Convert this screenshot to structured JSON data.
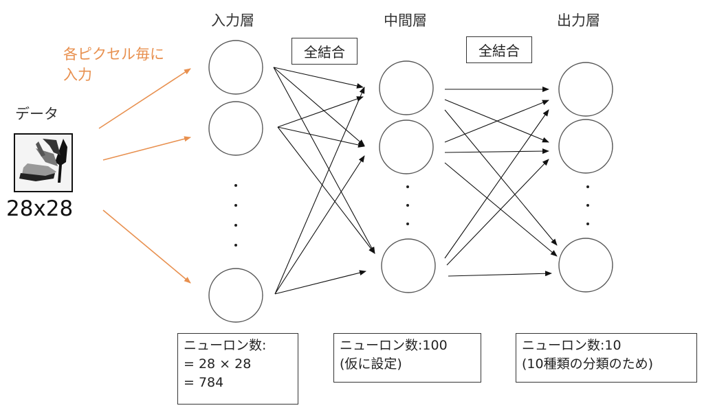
{
  "layers": {
    "input_title": "入力層",
    "hidden_title": "中間層",
    "output_title": "出力層"
  },
  "annotation": {
    "line1": "各ピクセル毎に",
    "line2": "入力"
  },
  "data_item": {
    "label": "データ",
    "size": "28x28"
  },
  "connections": {
    "fc1_label": "全結合",
    "fc2_label": "全結合"
  },
  "info": {
    "input_lines": [
      "ニューロン数:",
      "= 28 × 28",
      "= 784"
    ],
    "hidden_lines": [
      "ニューロン数:100",
      "(仮に設定)"
    ],
    "output_lines": [
      "ニューロン数:10",
      "(10種類の分類のため)"
    ]
  },
  "colors": {
    "orange": "#e8904f",
    "stroke": "#555555",
    "arrow": "#111111"
  }
}
